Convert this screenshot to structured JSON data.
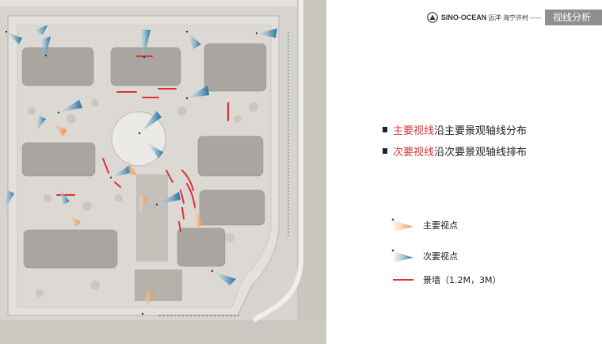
{
  "header": {
    "brand": "SINO-OCEAN",
    "project": "远洋·海宁许村",
    "dash": "——",
    "title": "视线分析"
  },
  "bullets": [
    {
      "highlight": "主要视线",
      "rest": "沿主要景观轴线分布"
    },
    {
      "highlight": "次要视线",
      "rest": "沿次要景观轴线排布"
    }
  ],
  "legend": {
    "primary": "主要视点",
    "secondary": "次要视点",
    "wall": "景墙（1.2M，3M）"
  },
  "colors": {
    "primary_view": "#f2a05a",
    "secondary_view": "#2e7fb0",
    "wall": "#e03030",
    "highlight": "#d33b3b"
  }
}
